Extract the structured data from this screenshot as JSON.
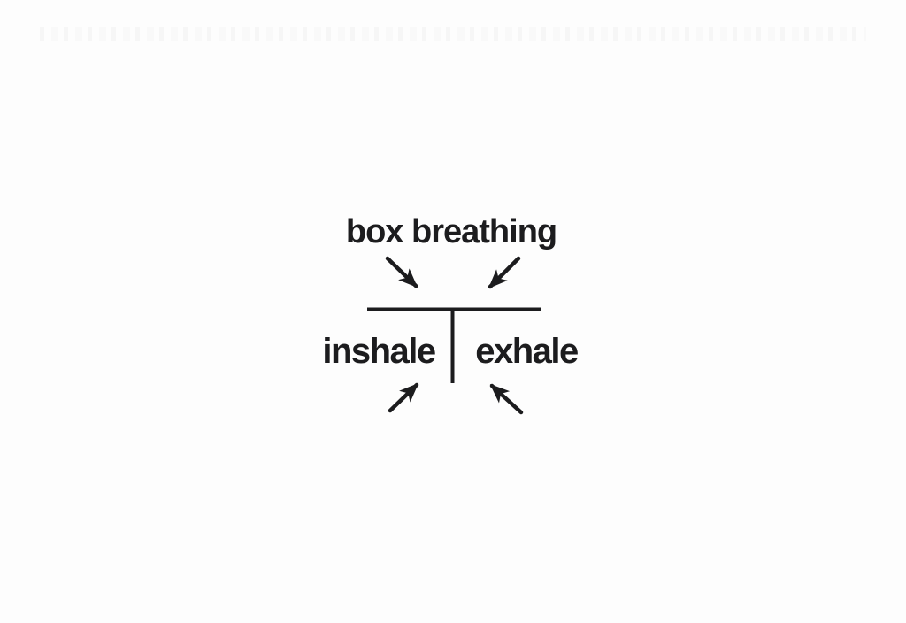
{
  "diagram": {
    "title": "box breathing",
    "left_label": "inshale",
    "right_label": "exhale"
  },
  "icons": [
    "arrow-down-right-icon",
    "arrow-down-left-icon",
    "arrow-up-right-icon",
    "arrow-up-left-icon"
  ],
  "colors": {
    "ink": "#1c1c1e",
    "background": "#fdfdfd"
  }
}
